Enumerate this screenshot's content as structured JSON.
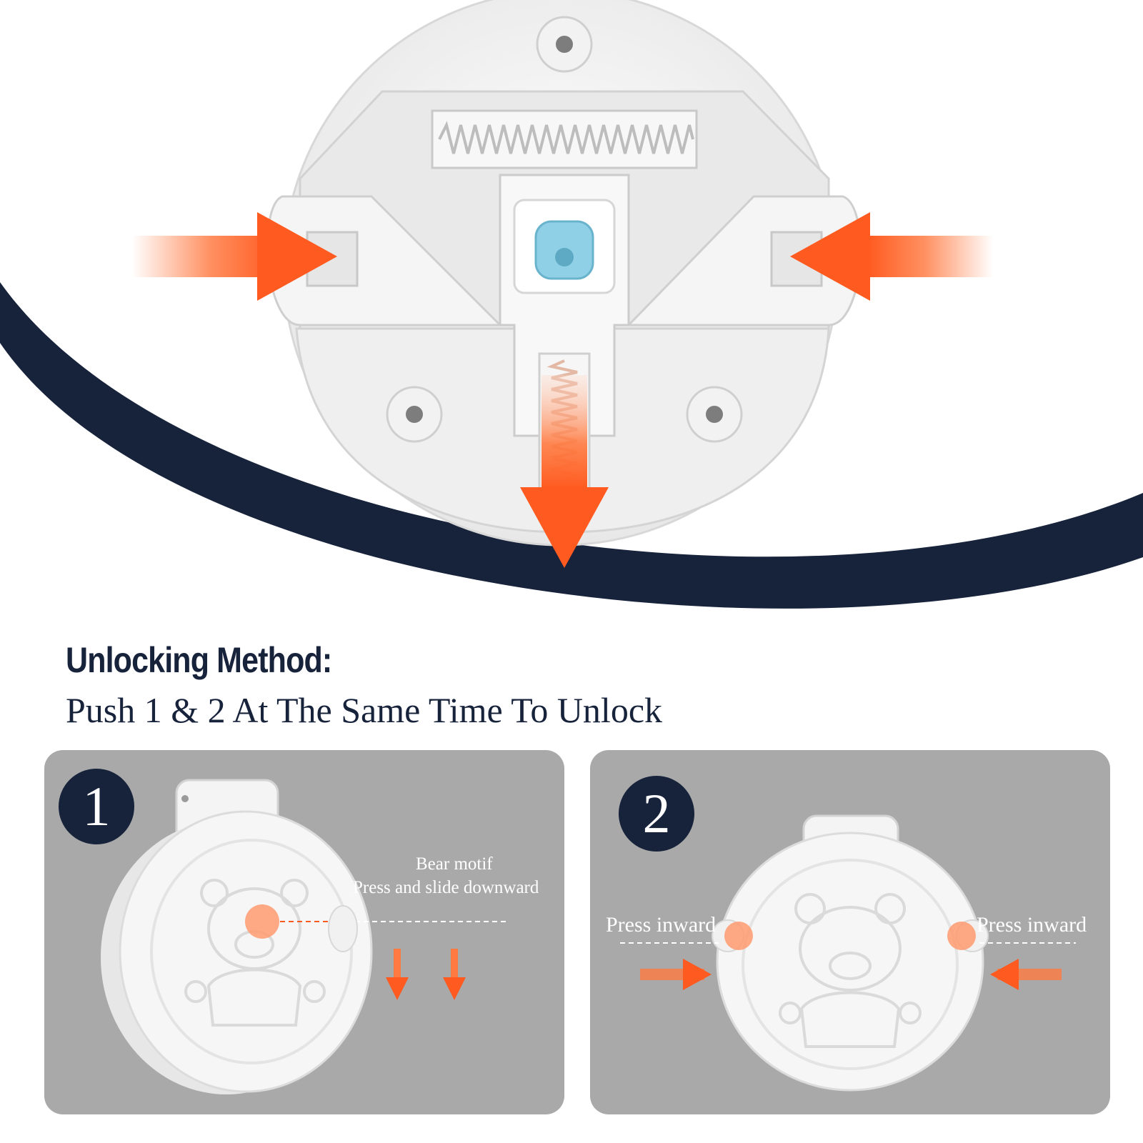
{
  "heading": "Unlocking Method:",
  "subheading": "Push 1 & 2 At The Same Time To Unlock",
  "steps": [
    {
      "number": "1",
      "lines": [
        "Bear motif",
        "Press and slide downward"
      ]
    },
    {
      "number": "2",
      "left_label": "Press inward",
      "right_label": "Press inward"
    }
  ],
  "colors": {
    "navy": "#17223b",
    "arrow_orange": "#ff5a1f",
    "panel_gray": "#a9a9a9",
    "product_white": "#f4f4f4",
    "button_blue": "#8fd0e6"
  }
}
